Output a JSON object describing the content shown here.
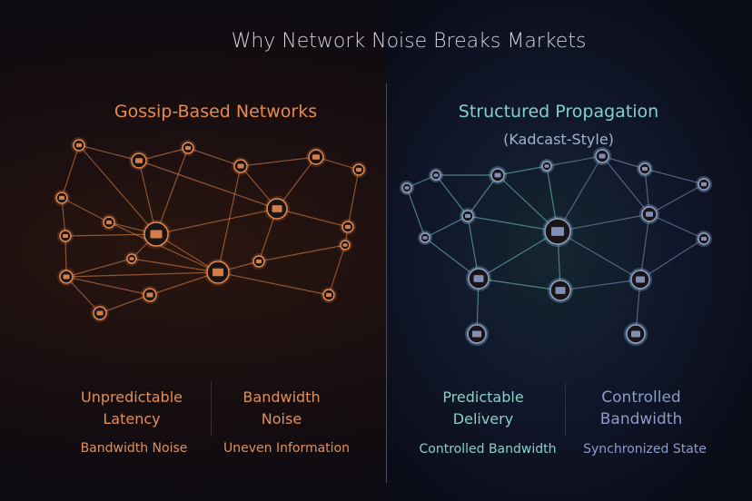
{
  "title": "Why Network Noise Breaks Markets",
  "left_panel": {
    "heading": "Gossip-Based Networks",
    "features": [
      {
        "label": "Unpredictable Latency",
        "line1": "Unpredictable",
        "line2": "Latency",
        "caption": "Bandwidth Noise"
      },
      {
        "label": "Bandwidth Noise",
        "line1": "Bandwidth",
        "line2": "Noise",
        "caption": "Uneven Information"
      }
    ],
    "accent": "#e8894e"
  },
  "right_panel": {
    "heading": "Structured Propagation",
    "subheading": "(Kadcast-Style)",
    "features": [
      {
        "line1": "Predictable",
        "line2": "Delivery",
        "caption": "Controlled Bandwidth"
      },
      {
        "line1": "Controlled",
        "line2": "Bandwidth",
        "caption": "Synchronized State"
      }
    ],
    "accent": "#7fd1cf",
    "accent2": "#8d9cc6"
  }
}
